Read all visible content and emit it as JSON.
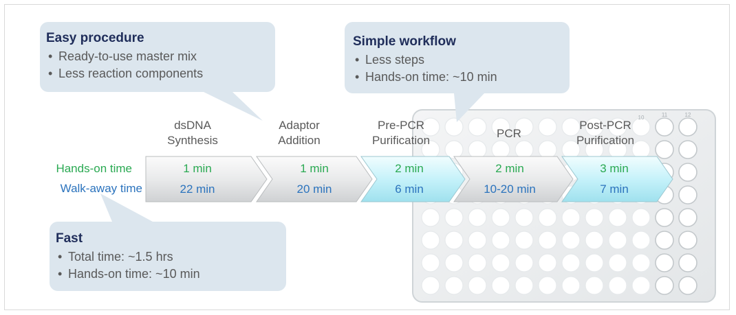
{
  "callouts": {
    "easy": {
      "title": "Easy procedure",
      "items": [
        "Ready-to-use master mix",
        "Less reaction components"
      ]
    },
    "simple": {
      "title": "Simple workflow",
      "items": [
        "Less steps",
        "Hands-on time: ~10 min"
      ]
    },
    "fast": {
      "title": "Fast",
      "items": [
        "Total time: ~1.5 hrs",
        "Hands-on time: ~10 min"
      ]
    }
  },
  "row_labels": {
    "hands_on": "Hands-on time",
    "walk_away": "Walk-away time"
  },
  "steps": [
    {
      "label": "dsDNA\nSynthesis",
      "hands_on": "1 min",
      "walk_away": "22 min",
      "style": "gray"
    },
    {
      "label": "Adaptor\nAddition",
      "hands_on": "1 min",
      "walk_away": "20 min",
      "style": "gray"
    },
    {
      "label": "Pre-PCR\nPurification",
      "hands_on": "2 min",
      "walk_away": "6 min",
      "style": "cyan"
    },
    {
      "label": "PCR",
      "hands_on": "2 min",
      "walk_away": "10-20 min",
      "style": "gray"
    },
    {
      "label": "Post-PCR\nPurification",
      "hands_on": "3 min",
      "walk_away": "7 min",
      "style": "cyan"
    }
  ],
  "plate": {
    "column_numbers": [
      "10",
      "11",
      "12"
    ]
  },
  "colors": {
    "hands_on": "#2aa952",
    "walk_away": "#2b73bd",
    "callout_fill": "#dce6ee",
    "title": "#1f2d5a"
  }
}
